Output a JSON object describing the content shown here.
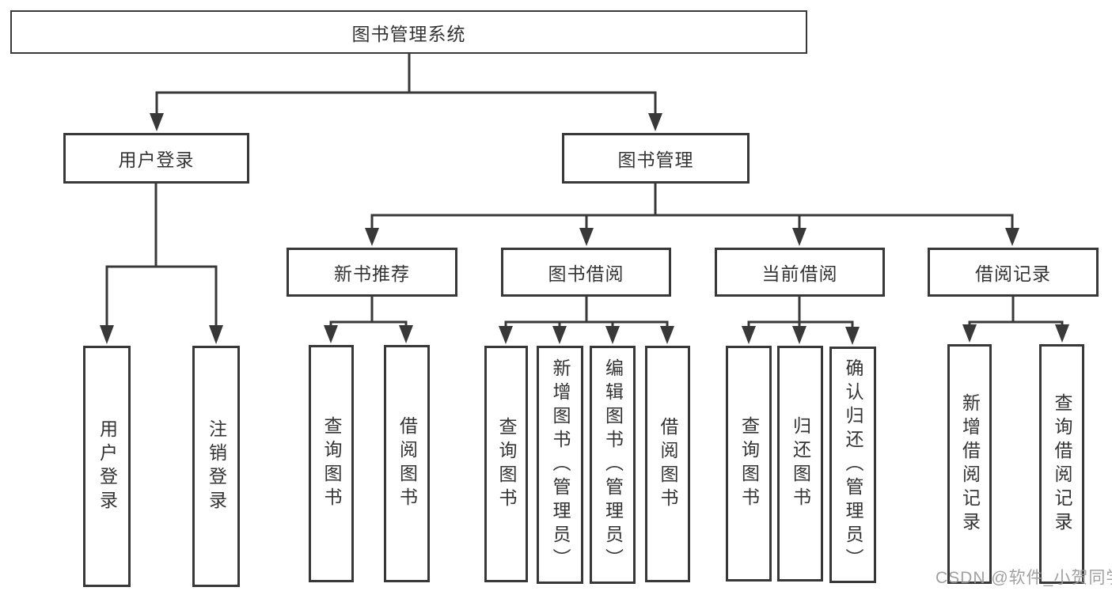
{
  "diagram_type": "tree",
  "tree": {
    "root": {
      "label": "图书管理系统"
    },
    "branches": [
      {
        "label": "用户登录",
        "children": [
          {
            "label": "用户登录"
          },
          {
            "label": "注销登录"
          }
        ]
      },
      {
        "label": "图书管理",
        "children": [
          {
            "label": "新书推荐",
            "children": [
              {
                "label": "查询图书"
              },
              {
                "label": "借阅图书"
              }
            ]
          },
          {
            "label": "图书借阅",
            "children": [
              {
                "label": "查询图书"
              },
              {
                "label": "新增图书（管理员）"
              },
              {
                "label": "编辑图书（管理员）"
              },
              {
                "label": "借阅图书"
              }
            ]
          },
          {
            "label": "当前借阅",
            "children": [
              {
                "label": "查询图书"
              },
              {
                "label": "归还图书"
              },
              {
                "label": "确认归还（管理员）"
              }
            ]
          },
          {
            "label": "借阅记录",
            "children": [
              {
                "label": "新增借阅记录"
              },
              {
                "label": "查询借阅记录"
              }
            ]
          }
        ]
      }
    ]
  },
  "watermark": {
    "text": "CSDN @软件_小贺同学"
  },
  "colors": {
    "line": "#383838",
    "text": "#333333",
    "background": "#ffffff",
    "box_fill": "#ffffff",
    "watermark": "#989898"
  }
}
